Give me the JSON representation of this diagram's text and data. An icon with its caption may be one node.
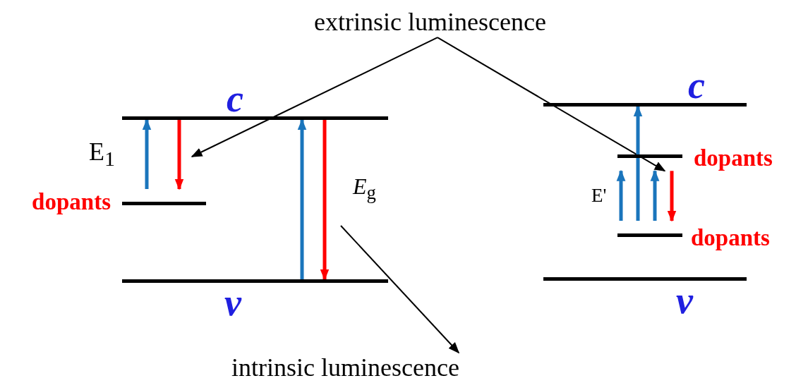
{
  "diagram": {
    "nodes": [
      {
        "text": [
          "extrinsic luminescence"
        ]
      },
      {
        "text": [
          "intrinsic luminescence"
        ]
      },
      {
        "text": [
          "c"
        ]
      },
      {
        "text": [
          "dopants"
        ]
      },
      {
        "text": [
          "v"
        ]
      },
      {
        "text": [
          "c"
        ]
      },
      {
        "text": [
          "dopants"
        ]
      },
      {
        "text": [
          "dopants"
        ]
      },
      {
        "text": [
          "v"
        ]
      }
    ],
    "edges": [
      {
        "from": 0,
        "to": null,
        "arrow": "to",
        "color": "#000000"
      },
      {
        "from": 0,
        "to": 6,
        "arrow": "to",
        "color": "#000000"
      },
      {
        "from": null,
        "to": 1,
        "arrow": "to",
        "color": "#000000"
      },
      {
        "from": 3,
        "to": 2,
        "arrow": "to",
        "color": "#1a75bc"
      },
      {
        "from": 2,
        "to": 3,
        "arrow": "to",
        "color": "#ff0000"
      },
      {
        "from": 4,
        "to": 2,
        "arrow": "to",
        "color": "#1a75bc"
      },
      {
        "from": 2,
        "to": 4,
        "arrow": "to",
        "color": "#ff0000"
      },
      {
        "from": 7,
        "to": 6,
        "arrow": "to",
        "color": "#1a75bc"
      },
      {
        "from": 7,
        "to": 5,
        "arrow": "to",
        "color": "#1a75bc"
      },
      {
        "from": 7,
        "to": 6,
        "arrow": "to",
        "color": "#1a75bc"
      },
      {
        "from": 6,
        "to": 7,
        "arrow": "to",
        "color": "#ff0000"
      }
    ],
    "labels": [
      "E$_{1}$",
      "*E*$_{g}$",
      "E'"
    ]
  }
}
